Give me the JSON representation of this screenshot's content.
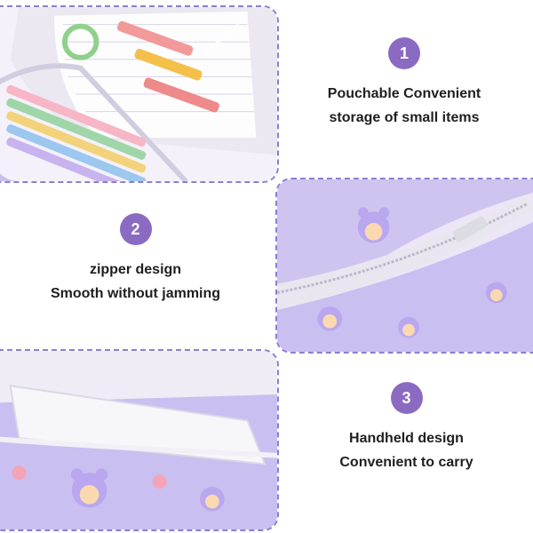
{
  "features": [
    {
      "number": "1",
      "line1": "Pouchable Convenient",
      "line2": "storage of small items"
    },
    {
      "number": "2",
      "line1": "zipper design",
      "line2": "Smooth without jamming"
    },
    {
      "number": "3",
      "line1": "Handheld design",
      "line2": "Convenient to carry"
    }
  ],
  "colors": {
    "badge": "#8b6bc2",
    "pouch_lavender": "#c9bff0",
    "dashed_border": "#8b7fd4"
  }
}
